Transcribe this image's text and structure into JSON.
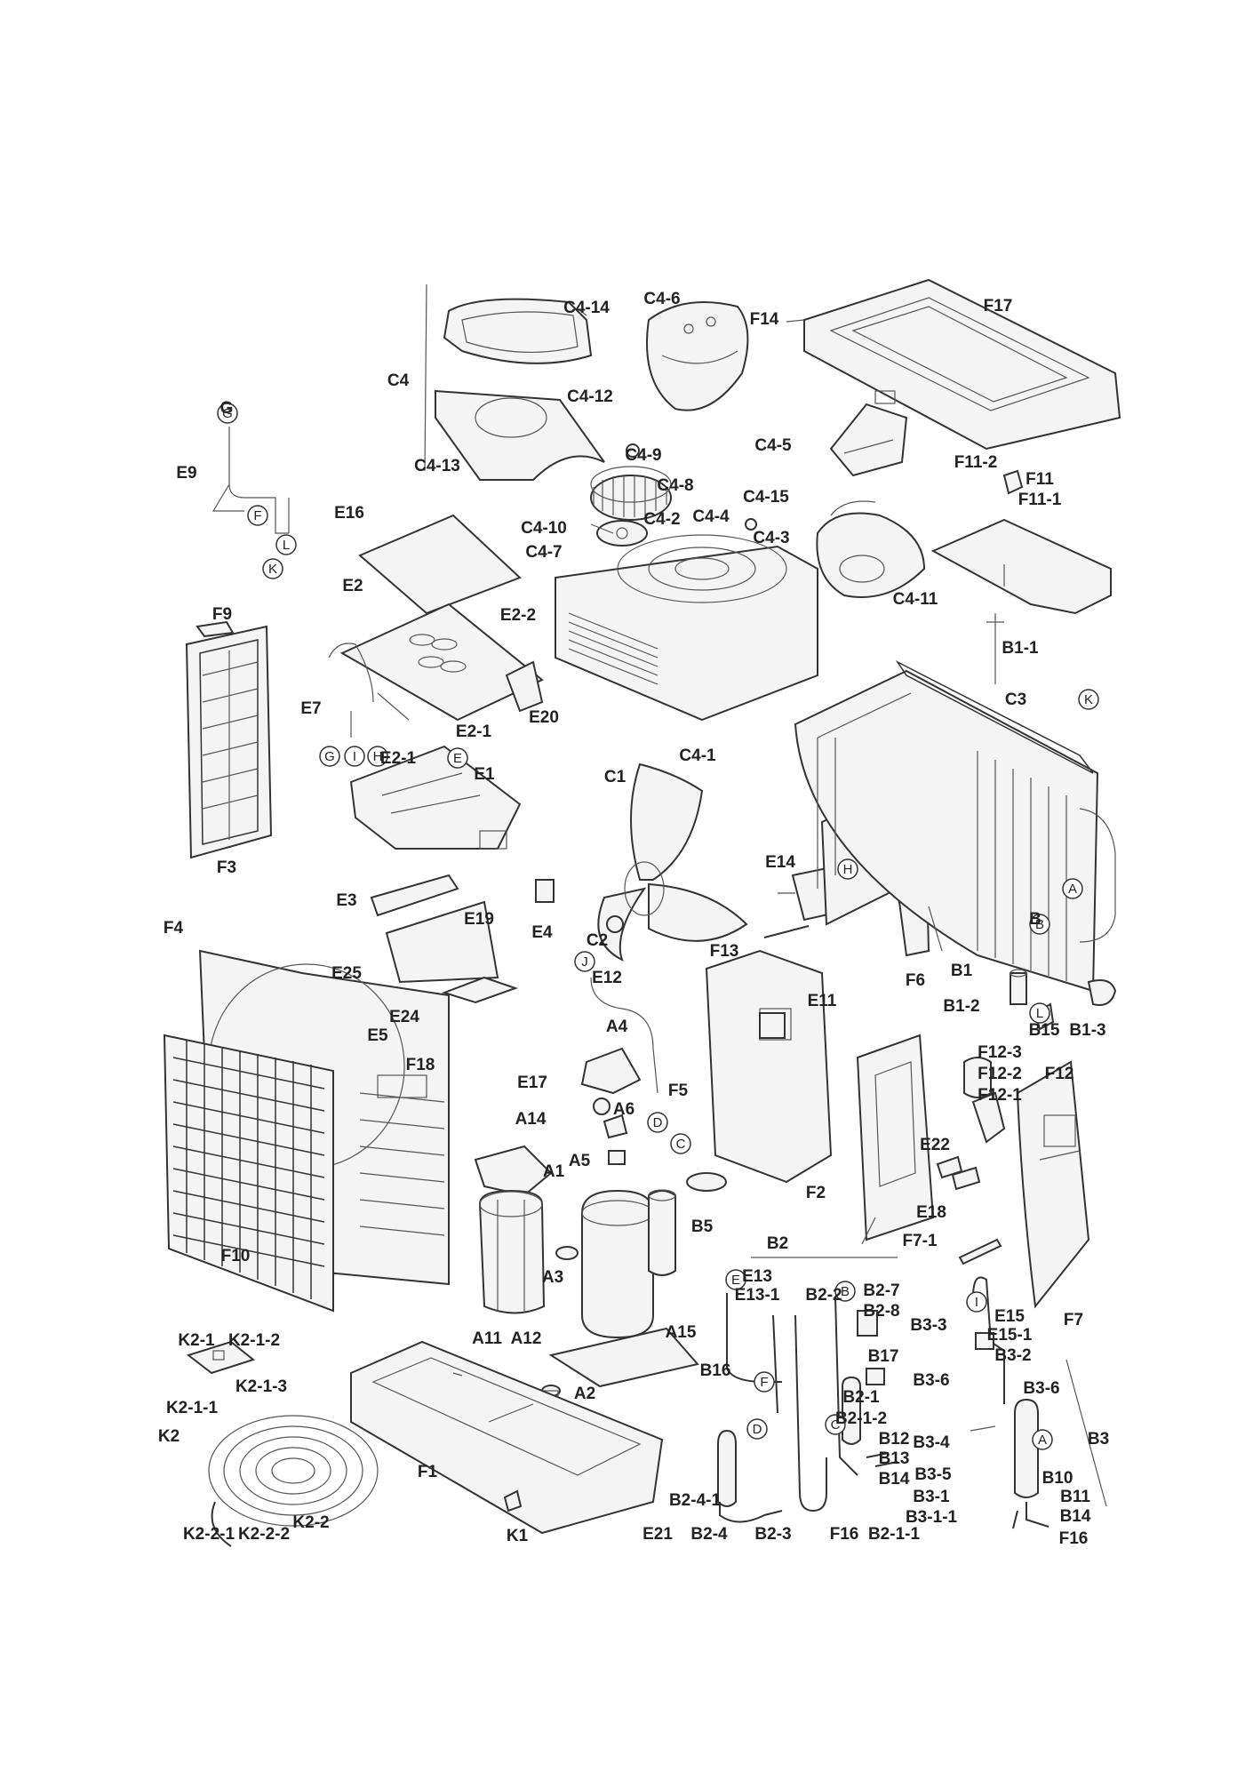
{
  "labels": [
    {
      "id": "C4-14",
      "text": "C4-14"
    },
    {
      "id": "C4-6",
      "text": "C4-6"
    },
    {
      "id": "F14",
      "text": "F14"
    },
    {
      "id": "F17",
      "text": "F17"
    },
    {
      "id": "C4",
      "text": "C4"
    },
    {
      "id": "C4-12",
      "text": "C4-12"
    },
    {
      "id": "G",
      "text": "G"
    },
    {
      "id": "E9",
      "text": "E9"
    },
    {
      "id": "C4-13",
      "text": "C4-13"
    },
    {
      "id": "C4-9",
      "text": "C4-9"
    },
    {
      "id": "C4-5",
      "text": "C4-5"
    },
    {
      "id": "F11-2",
      "text": "F11-2"
    },
    {
      "id": "F11",
      "text": "F11"
    },
    {
      "id": "F11-1",
      "text": "F11-1"
    },
    {
      "id": "C4-8",
      "text": "C4-8"
    },
    {
      "id": "C4-15",
      "text": "C4-15"
    },
    {
      "id": "E16",
      "text": "E16"
    },
    {
      "id": "C4-10",
      "text": "C4-10"
    },
    {
      "id": "C4-2",
      "text": "C4-2"
    },
    {
      "id": "C4-4",
      "text": "C4-4"
    },
    {
      "id": "C4-3",
      "text": "C4-3"
    },
    {
      "id": "C4-7",
      "text": "C4-7"
    },
    {
      "id": "E2",
      "text": "E2"
    },
    {
      "id": "C4-11",
      "text": "C4-11"
    },
    {
      "id": "F9",
      "text": "F9"
    },
    {
      "id": "E2-2",
      "text": "E2-2"
    },
    {
      "id": "B1-1",
      "text": "B1-1"
    },
    {
      "id": "E7",
      "text": "E7"
    },
    {
      "id": "E20",
      "text": "E20"
    },
    {
      "id": "C3",
      "text": "C3"
    },
    {
      "id": "E2-1",
      "text": "E2-1"
    },
    {
      "id": "E2-1b",
      "text": "E2-1"
    },
    {
      "id": "C4-1",
      "text": "C4-1"
    },
    {
      "id": "C1",
      "text": "C1"
    },
    {
      "id": "E1",
      "text": "E1"
    },
    {
      "id": "F3",
      "text": "F3"
    },
    {
      "id": "E14",
      "text": "E14"
    },
    {
      "id": "E3",
      "text": "E3"
    },
    {
      "id": "E19",
      "text": "E19"
    },
    {
      "id": "E4",
      "text": "E4"
    },
    {
      "id": "C2",
      "text": "C2"
    },
    {
      "id": "B",
      "text": "B"
    },
    {
      "id": "F4",
      "text": "F4"
    },
    {
      "id": "F13",
      "text": "F13"
    },
    {
      "id": "F6",
      "text": "F6"
    },
    {
      "id": "B1",
      "text": "B1"
    },
    {
      "id": "E25",
      "text": "E25"
    },
    {
      "id": "E12",
      "text": "E12"
    },
    {
      "id": "E11",
      "text": "E11"
    },
    {
      "id": "B1-2",
      "text": "B1-2"
    },
    {
      "id": "B15",
      "text": "B15"
    },
    {
      "id": "B1-3",
      "text": "B1-3"
    },
    {
      "id": "E5",
      "text": "E5"
    },
    {
      "id": "E24",
      "text": "E24"
    },
    {
      "id": "A4",
      "text": "A4"
    },
    {
      "id": "F12-3",
      "text": "F12-3"
    },
    {
      "id": "F12-2",
      "text": "F12-2"
    },
    {
      "id": "F12",
      "text": "F12"
    },
    {
      "id": "F12-1",
      "text": "F12-1"
    },
    {
      "id": "F18",
      "text": "F18"
    },
    {
      "id": "E17",
      "text": "E17"
    },
    {
      "id": "A6",
      "text": "A6"
    },
    {
      "id": "F5",
      "text": "F5"
    },
    {
      "id": "A14",
      "text": "A14"
    },
    {
      "id": "A5",
      "text": "A5"
    },
    {
      "id": "E22",
      "text": "E22"
    },
    {
      "id": "A1",
      "text": "A1"
    },
    {
      "id": "F2",
      "text": "F2"
    },
    {
      "id": "E18",
      "text": "E18"
    },
    {
      "id": "B5",
      "text": "B5"
    },
    {
      "id": "B2",
      "text": "B2"
    },
    {
      "id": "F7-1",
      "text": "F7-1"
    },
    {
      "id": "F10",
      "text": "F10"
    },
    {
      "id": "A3",
      "text": "A3"
    },
    {
      "id": "E13",
      "text": "E13"
    },
    {
      "id": "E13-1",
      "text": "E13-1"
    },
    {
      "id": "B2-2",
      "text": "B2-2"
    },
    {
      "id": "B2-7",
      "text": "B2-7"
    },
    {
      "id": "B2-8",
      "text": "B2-8"
    },
    {
      "id": "E15",
      "text": "E15"
    },
    {
      "id": "E15-1",
      "text": "E15-1"
    },
    {
      "id": "F7",
      "text": "F7"
    },
    {
      "id": "B3-3",
      "text": "B3-3"
    },
    {
      "id": "A11",
      "text": "A11"
    },
    {
      "id": "A12",
      "text": "A12"
    },
    {
      "id": "A15",
      "text": "A15"
    },
    {
      "id": "K2-1",
      "text": "K2-1"
    },
    {
      "id": "K2-1-2",
      "text": "K2-1-2"
    },
    {
      "id": "K2-1-3",
      "text": "K2-1-3"
    },
    {
      "id": "B16",
      "text": "B16"
    },
    {
      "id": "B17",
      "text": "B17"
    },
    {
      "id": "B3-2",
      "text": "B3-2"
    },
    {
      "id": "B3-6a",
      "text": "B3-6"
    },
    {
      "id": "B3-6b",
      "text": "B3-6"
    },
    {
      "id": "K2-1-1",
      "text": "K2-1-1"
    },
    {
      "id": "A2",
      "text": "A2"
    },
    {
      "id": "B2-1",
      "text": "B2-1"
    },
    {
      "id": "B2-1-2",
      "text": "B2-1-2"
    },
    {
      "id": "K2",
      "text": "K2"
    },
    {
      "id": "B3-4",
      "text": "B3-4"
    },
    {
      "id": "B3",
      "text": "B3"
    },
    {
      "id": "B12",
      "text": "B12"
    },
    {
      "id": "B13",
      "text": "B13"
    },
    {
      "id": "F1",
      "text": "F1"
    },
    {
      "id": "B3-5",
      "text": "B3-5"
    },
    {
      "id": "B10",
      "text": "B10"
    },
    {
      "id": "B14a",
      "text": "B14"
    },
    {
      "id": "B3-1",
      "text": "B3-1"
    },
    {
      "id": "B11",
      "text": "B11"
    },
    {
      "id": "B2-4-1",
      "text": "B2-4-1"
    },
    {
      "id": "B14b",
      "text": "B14"
    },
    {
      "id": "B3-1-1",
      "text": "B3-1-1"
    },
    {
      "id": "K2-2-1",
      "text": "K2-2-1"
    },
    {
      "id": "K2-2-2",
      "text": "K2-2-2"
    },
    {
      "id": "K2-2",
      "text": "K2-2"
    },
    {
      "id": "K1",
      "text": "K1"
    },
    {
      "id": "E21",
      "text": "E21"
    },
    {
      "id": "B2-4",
      "text": "B2-4"
    },
    {
      "id": "B2-3",
      "text": "B2-3"
    },
    {
      "id": "F16a",
      "text": "F16"
    },
    {
      "id": "B2-1-1",
      "text": "B2-1-1"
    },
    {
      "id": "F16b",
      "text": "F16"
    }
  ],
  "circled_refs": [
    "G",
    "F",
    "L",
    "K",
    "I",
    "H",
    "E",
    "B",
    "A",
    "J",
    "D",
    "C"
  ]
}
